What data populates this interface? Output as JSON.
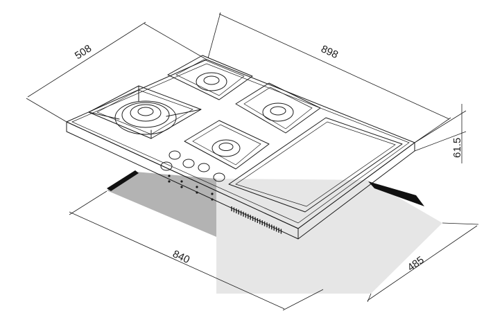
{
  "dimensions": {
    "depth": "508",
    "width": "898",
    "height": "61.5",
    "cutout_width": "840",
    "cutout_depth": "485"
  },
  "colors": {
    "line": "#1a1a1a",
    "cutout_dark": "#b3b3b3",
    "cutout_light": "#e6e6e6",
    "cutout_edge": "#111111"
  },
  "burners": [
    {
      "name": "wok-burner",
      "rings": 4
    },
    {
      "name": "rear-left-burner",
      "rings": 2
    },
    {
      "name": "right-burner",
      "rings": 2
    },
    {
      "name": "front-burner",
      "rings": 2
    }
  ],
  "knobs": 5,
  "components": [
    "glass-hob-top",
    "griddle-plate",
    "control-knobs",
    "vent-slots",
    "countertop-cutout"
  ]
}
